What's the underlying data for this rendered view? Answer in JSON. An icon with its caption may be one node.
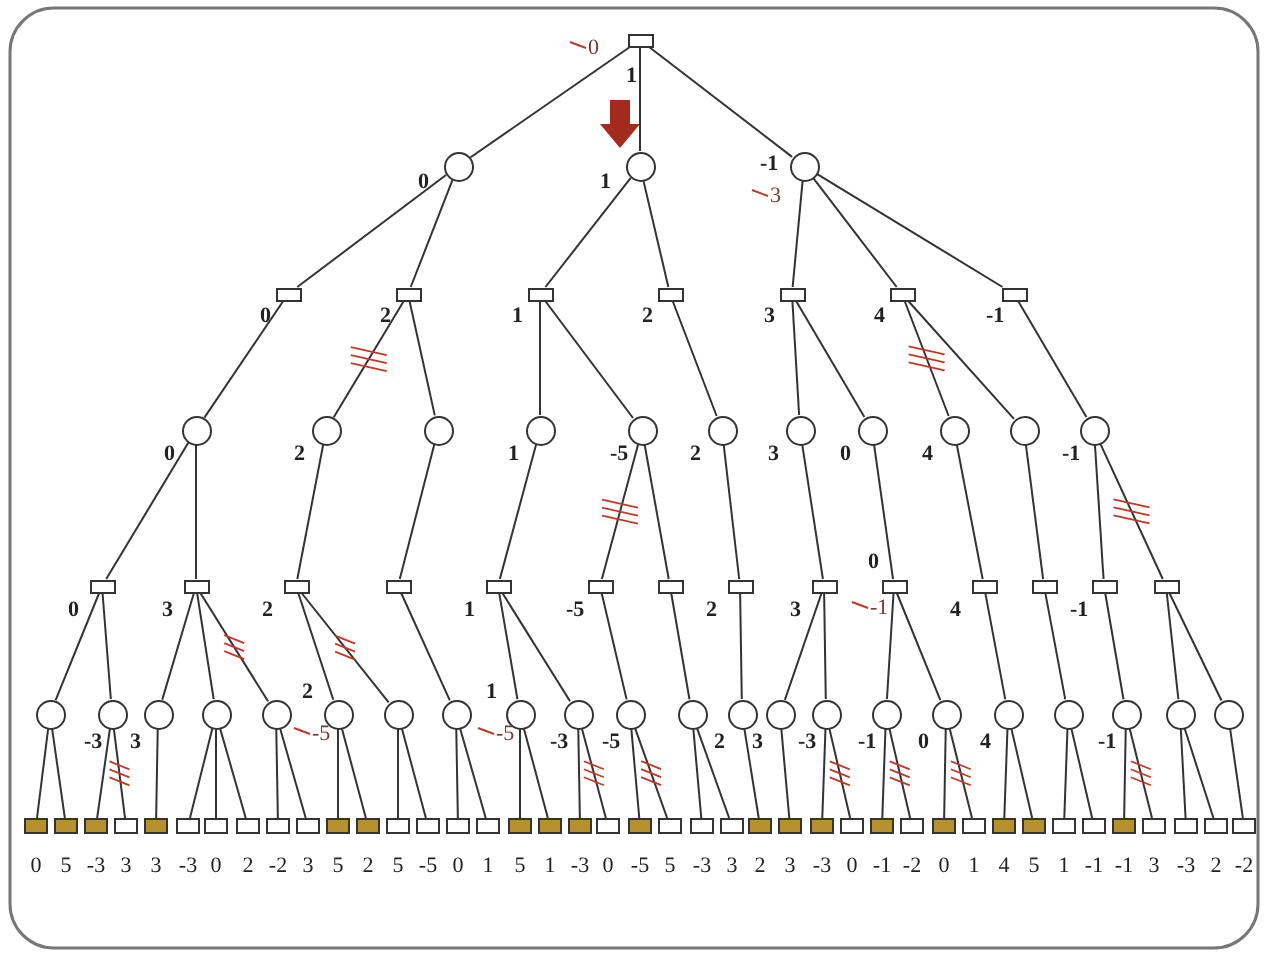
{
  "diagram": {
    "nodes": [
      {
        "text": [],
        "shape": "box",
        "beside": [
          "0",
          "1"
        ]
      },
      {
        "text": [],
        "shape": "circle",
        "beside": [
          "0"
        ]
      },
      {
        "text": [],
        "shape": "circle",
        "beside": [
          "1"
        ]
      },
      {
        "text": [],
        "shape": "circle",
        "beside": [
          "-1",
          "3"
        ]
      },
      {
        "text": [],
        "shape": "box",
        "beside": [
          "0"
        ]
      },
      {
        "text": [],
        "shape": "box",
        "beside": [
          "2"
        ]
      },
      {
        "text": [],
        "shape": "box",
        "beside": [
          "1"
        ]
      },
      {
        "text": [],
        "shape": "box",
        "beside": [
          "2"
        ]
      },
      {
        "text": [],
        "shape": "box",
        "beside": [
          "3"
        ]
      },
      {
        "text": [],
        "shape": "box",
        "beside": [
          "4"
        ]
      },
      {
        "text": [],
        "shape": "box",
        "beside": [
          "-1"
        ]
      },
      {
        "text": [],
        "shape": "circle",
        "beside": [
          "0"
        ]
      },
      {
        "text": [],
        "shape": "circle",
        "beside": [
          "2"
        ]
      },
      {
        "text": [],
        "shape": "circle"
      },
      {
        "text": [],
        "shape": "circle",
        "beside": [
          "1"
        ]
      },
      {
        "text": [],
        "shape": "circle",
        "beside": [
          "-5"
        ]
      },
      {
        "text": [],
        "shape": "circle",
        "beside": [
          "2"
        ]
      },
      {
        "text": [],
        "shape": "circle",
        "beside": [
          "3"
        ]
      },
      {
        "text": [],
        "shape": "circle",
        "beside": [
          "0"
        ]
      },
      {
        "text": [],
        "shape": "circle",
        "beside": [
          "4"
        ]
      },
      {
        "text": [],
        "shape": "circle"
      },
      {
        "text": [],
        "shape": "circle",
        "beside": [
          "-1"
        ]
      },
      {
        "text": [],
        "shape": "box",
        "beside": [
          "0"
        ]
      },
      {
        "text": [],
        "shape": "box",
        "beside": [
          "3"
        ]
      },
      {
        "text": [],
        "shape": "box",
        "beside": [
          "2"
        ]
      },
      {
        "text": [],
        "shape": "box"
      },
      {
        "text": [],
        "shape": "box",
        "beside": [
          "1"
        ]
      },
      {
        "text": [],
        "shape": "box",
        "beside": [
          "-5"
        ]
      },
      {
        "text": [],
        "shape": "box"
      },
      {
        "text": [],
        "shape": "box",
        "beside": [
          "2"
        ]
      },
      {
        "text": [],
        "shape": "box",
        "beside": [
          "3"
        ]
      },
      {
        "text": [],
        "shape": "box",
        "beside": [
          "0",
          "-1"
        ]
      },
      {
        "text": [],
        "shape": "box",
        "beside": [
          "4"
        ]
      },
      {
        "text": [],
        "shape": "box"
      },
      {
        "text": [],
        "shape": "box",
        "beside": [
          "-1"
        ]
      },
      {
        "text": [],
        "shape": "box"
      },
      {
        "text": [],
        "shape": "circle"
      },
      {
        "text": [],
        "shape": "circle",
        "beside": [
          "-3"
        ]
      },
      {
        "text": [],
        "shape": "circle",
        "beside": [
          "3"
        ]
      },
      {
        "text": [],
        "shape": "circle"
      },
      {
        "text": [],
        "shape": "circle"
      },
      {
        "text": [],
        "shape": "circle",
        "beside": [
          "2",
          "-5"
        ]
      },
      {
        "text": [],
        "shape": "circle"
      },
      {
        "text": [],
        "shape": "circle"
      },
      {
        "text": [],
        "shape": "circle",
        "beside": [
          "1",
          "-5"
        ]
      },
      {
        "text": [],
        "shape": "circle",
        "beside": [
          "-3"
        ]
      },
      {
        "text": [],
        "shape": "circle",
        "beside": [
          "-5"
        ]
      },
      {
        "text": [],
        "shape": "circle"
      },
      {
        "text": [],
        "shape": "circle",
        "beside": [
          "2"
        ]
      },
      {
        "text": [],
        "shape": "circle",
        "beside": [
          "3"
        ]
      },
      {
        "text": [],
        "shape": "circle",
        "beside": [
          "-3"
        ]
      },
      {
        "text": [],
        "shape": "circle",
        "beside": [
          "-1"
        ]
      },
      {
        "text": [],
        "shape": "circle",
        "beside": [
          "0"
        ]
      },
      {
        "text": [],
        "shape": "circle",
        "beside": [
          "4"
        ]
      },
      {
        "text": [],
        "shape": "circle"
      },
      {
        "text": [],
        "shape": "circle",
        "beside": [
          "-1"
        ]
      },
      {
        "text": [],
        "shape": "circle"
      },
      {
        "text": [],
        "shape": "circle"
      },
      {
        "text": [],
        "shape": "box",
        "beside": [
          "0"
        ]
      },
      {
        "text": [],
        "shape": "box",
        "beside": [
          "5"
        ]
      },
      {
        "text": [],
        "shape": "box",
        "beside": [
          "-3"
        ]
      },
      {
        "text": [],
        "shape": "box",
        "beside": [
          "3"
        ]
      },
      {
        "text": [],
        "shape": "box",
        "beside": [
          "3"
        ]
      },
      {
        "text": [],
        "shape": "box",
        "beside": [
          "-3"
        ]
      },
      {
        "text": [],
        "shape": "box",
        "beside": [
          "0"
        ]
      },
      {
        "text": [],
        "shape": "box",
        "beside": [
          "2"
        ]
      },
      {
        "text": [],
        "shape": "box",
        "beside": [
          "-2"
        ]
      },
      {
        "text": [],
        "shape": "box",
        "beside": [
          "3"
        ]
      },
      {
        "text": [],
        "shape": "box",
        "beside": [
          "5"
        ]
      },
      {
        "text": [],
        "shape": "box",
        "beside": [
          "2"
        ]
      },
      {
        "text": [],
        "shape": "box",
        "beside": [
          "5"
        ]
      },
      {
        "text": [],
        "shape": "box",
        "beside": [
          "-5"
        ]
      },
      {
        "text": [],
        "shape": "box",
        "beside": [
          "0"
        ]
      },
      {
        "text": [],
        "shape": "box",
        "beside": [
          "1"
        ]
      },
      {
        "text": [],
        "shape": "box",
        "beside": [
          "5"
        ]
      },
      {
        "text": [],
        "shape": "box",
        "beside": [
          "1"
        ]
      },
      {
        "text": [],
        "shape": "box",
        "beside": [
          "-3"
        ]
      },
      {
        "text": [],
        "shape": "box",
        "beside": [
          "0"
        ]
      },
      {
        "text": [],
        "shape": "box",
        "beside": [
          "-5"
        ]
      },
      {
        "text": [],
        "shape": "box",
        "beside": [
          "5"
        ]
      },
      {
        "text": [],
        "shape": "box",
        "beside": [
          "-3"
        ]
      },
      {
        "text": [],
        "shape": "box",
        "beside": [
          "3"
        ]
      },
      {
        "text": [],
        "shape": "box",
        "beside": [
          "2"
        ]
      },
      {
        "text": [],
        "shape": "box",
        "beside": [
          "3"
        ]
      },
      {
        "text": [],
        "shape": "box",
        "beside": [
          "-3"
        ]
      },
      {
        "text": [],
        "shape": "box",
        "beside": [
          "0"
        ]
      },
      {
        "text": [],
        "shape": "box",
        "beside": [
          "-1"
        ]
      },
      {
        "text": [],
        "shape": "box",
        "beside": [
          "-2"
        ]
      },
      {
        "text": [],
        "shape": "box",
        "beside": [
          "0"
        ]
      },
      {
        "text": [],
        "shape": "box",
        "beside": [
          "1"
        ]
      },
      {
        "text": [],
        "shape": "box",
        "beside": [
          "4"
        ]
      },
      {
        "text": [],
        "shape": "box",
        "beside": [
          "5"
        ]
      },
      {
        "text": [],
        "shape": "box",
        "beside": [
          "1"
        ]
      },
      {
        "text": [],
        "shape": "box",
        "beside": [
          "-1"
        ]
      },
      {
        "text": [],
        "shape": "box",
        "beside": [
          "-1"
        ]
      },
      {
        "text": [],
        "shape": "box",
        "beside": [
          "3"
        ]
      },
      {
        "text": [],
        "shape": "box",
        "beside": [
          "-3"
        ]
      },
      {
        "text": [],
        "shape": "box",
        "beside": [
          "2"
        ]
      },
      {
        "text": [],
        "shape": "box",
        "beside": [
          "-2"
        ]
      }
    ],
    "edges": [
      {
        "from": 0,
        "to": 1,
        "arrow": "none"
      },
      {
        "from": 0,
        "to": 2,
        "arrow": "none"
      },
      {
        "from": 0,
        "to": 3,
        "arrow": "none"
      },
      {
        "from": 1,
        "to": 4,
        "arrow": "none"
      },
      {
        "from": 1,
        "to": 5,
        "arrow": "none"
      },
      {
        "from": 2,
        "to": 6,
        "arrow": "none"
      },
      {
        "from": 2,
        "to": 7,
        "arrow": "none"
      },
      {
        "from": 3,
        "to": 8,
        "arrow": "none"
      },
      {
        "from": 3,
        "to": 9,
        "arrow": "none"
      },
      {
        "from": 3,
        "to": 10,
        "arrow": "none"
      },
      {
        "from": 4,
        "to": 11,
        "arrow": "none"
      },
      {
        "from": 5,
        "to": 12,
        "arrow": "none"
      },
      {
        "from": 5,
        "to": 13,
        "arrow": "none"
      },
      {
        "from": 6,
        "to": 14,
        "arrow": "none"
      },
      {
        "from": 6,
        "to": 15,
        "arrow": "none"
      },
      {
        "from": 7,
        "to": 16,
        "arrow": "none"
      },
      {
        "from": 8,
        "to": 17,
        "arrow": "none"
      },
      {
        "from": 8,
        "to": 18,
        "arrow": "none"
      },
      {
        "from": 9,
        "to": 19,
        "arrow": "none"
      },
      {
        "from": 9,
        "to": 20,
        "arrow": "none"
      },
      {
        "from": 10,
        "to": 21,
        "arrow": "none"
      },
      {
        "from": 11,
        "to": 22,
        "arrow": "none"
      },
      {
        "from": 11,
        "to": 23,
        "arrow": "none"
      },
      {
        "from": 12,
        "to": 24,
        "arrow": "none"
      },
      {
        "from": 13,
        "to": 25,
        "arrow": "none"
      },
      {
        "from": 14,
        "to": 26,
        "arrow": "none"
      },
      {
        "from": 15,
        "to": 27,
        "arrow": "none"
      },
      {
        "from": 15,
        "to": 28,
        "arrow": "none"
      },
      {
        "from": 16,
        "to": 29,
        "arrow": "none"
      },
      {
        "from": 17,
        "to": 30,
        "arrow": "none"
      },
      {
        "from": 18,
        "to": 31,
        "arrow": "none"
      },
      {
        "from": 19,
        "to": 32,
        "arrow": "none"
      },
      {
        "from": 20,
        "to": 33,
        "arrow": "none"
      },
      {
        "from": 21,
        "to": 34,
        "arrow": "none"
      },
      {
        "from": 21,
        "to": 35,
        "arrow": "none"
      },
      {
        "from": 22,
        "to": 36,
        "arrow": "none"
      },
      {
        "from": 22,
        "to": 37,
        "arrow": "none"
      },
      {
        "from": 23,
        "to": 38,
        "arrow": "none"
      },
      {
        "from": 23,
        "to": 39,
        "arrow": "none"
      },
      {
        "from": 23,
        "to": 40,
        "arrow": "none"
      },
      {
        "from": 24,
        "to": 41,
        "arrow": "none"
      },
      {
        "from": 24,
        "to": 42,
        "arrow": "none"
      },
      {
        "from": 25,
        "to": 43,
        "arrow": "none"
      },
      {
        "from": 26,
        "to": 44,
        "arrow": "none"
      },
      {
        "from": 26,
        "to": 45,
        "arrow": "none"
      },
      {
        "from": 27,
        "to": 46,
        "arrow": "none"
      },
      {
        "from": 28,
        "to": 47,
        "arrow": "none"
      },
      {
        "from": 29,
        "to": 48,
        "arrow": "none"
      },
      {
        "from": 30,
        "to": 49,
        "arrow": "none"
      },
      {
        "from": 30,
        "to": 50,
        "arrow": "none"
      },
      {
        "from": 31,
        "to": 51,
        "arrow": "none"
      },
      {
        "from": 31,
        "to": 52,
        "arrow": "none"
      },
      {
        "from": 32,
        "to": 53,
        "arrow": "none"
      },
      {
        "from": 33,
        "to": 54,
        "arrow": "none"
      },
      {
        "from": 34,
        "to": 55,
        "arrow": "none"
      },
      {
        "from": 35,
        "to": 56,
        "arrow": "none"
      },
      {
        "from": 35,
        "to": 57,
        "arrow": "none"
      },
      {
        "from": 36,
        "to": 58,
        "arrow": "none"
      },
      {
        "from": 36,
        "to": 59,
        "arrow": "none"
      },
      {
        "from": 37,
        "to": 60,
        "arrow": "none"
      },
      {
        "from": 37,
        "to": 61,
        "arrow": "none"
      },
      {
        "from": 38,
        "to": 62,
        "arrow": "none"
      },
      {
        "from": 39,
        "to": 63,
        "arrow": "none"
      },
      {
        "from": 39,
        "to": 64,
        "arrow": "none"
      },
      {
        "from": 39,
        "to": 65,
        "arrow": "none"
      },
      {
        "from": 40,
        "to": 66,
        "arrow": "none"
      },
      {
        "from": 40,
        "to": 67,
        "arrow": "none"
      },
      {
        "from": 41,
        "to": 68,
        "arrow": "none"
      },
      {
        "from": 41,
        "to": 69,
        "arrow": "none"
      },
      {
        "from": 42,
        "to": 70,
        "arrow": "none"
      },
      {
        "from": 42,
        "to": 71,
        "arrow": "none"
      },
      {
        "from": 43,
        "to": 72,
        "arrow": "none"
      },
      {
        "from": 43,
        "to": 73,
        "arrow": "none"
      },
      {
        "from": 44,
        "to": 74,
        "arrow": "none"
      },
      {
        "from": 44,
        "to": 75,
        "arrow": "none"
      },
      {
        "from": 45,
        "to": 76,
        "arrow": "none"
      },
      {
        "from": 45,
        "to": 77,
        "arrow": "none"
      },
      {
        "from": 46,
        "to": 78,
        "arrow": "none"
      },
      {
        "from": 46,
        "to": 79,
        "arrow": "none"
      },
      {
        "from": 47,
        "to": 80,
        "arrow": "none"
      },
      {
        "from": 47,
        "to": 81,
        "arrow": "none"
      },
      {
        "from": 48,
        "to": 82,
        "arrow": "none"
      },
      {
        "from": 49,
        "to": 83,
        "arrow": "none"
      },
      {
        "from": 50,
        "to": 84,
        "arrow": "none"
      },
      {
        "from": 50,
        "to": 85,
        "arrow": "none"
      },
      {
        "from": 51,
        "to": 86,
        "arrow": "none"
      },
      {
        "from": 51,
        "to": 87,
        "arrow": "none"
      },
      {
        "from": 52,
        "to": 88,
        "arrow": "none"
      },
      {
        "from": 52,
        "to": 89,
        "arrow": "none"
      },
      {
        "from": 53,
        "to": 90,
        "arrow": "none"
      },
      {
        "from": 53,
        "to": 91,
        "arrow": "none"
      },
      {
        "from": 54,
        "to": 92,
        "arrow": "none"
      },
      {
        "from": 54,
        "to": 93,
        "arrow": "none"
      },
      {
        "from": 55,
        "to": 94,
        "arrow": "none"
      },
      {
        "from": 55,
        "to": 95,
        "arrow": "none"
      },
      {
        "from": 56,
        "to": 96,
        "arrow": "none"
      },
      {
        "from": 56,
        "to": 97,
        "arrow": "none"
      },
      {
        "from": 57,
        "to": 98,
        "arrow": "none"
      }
    ]
  }
}
